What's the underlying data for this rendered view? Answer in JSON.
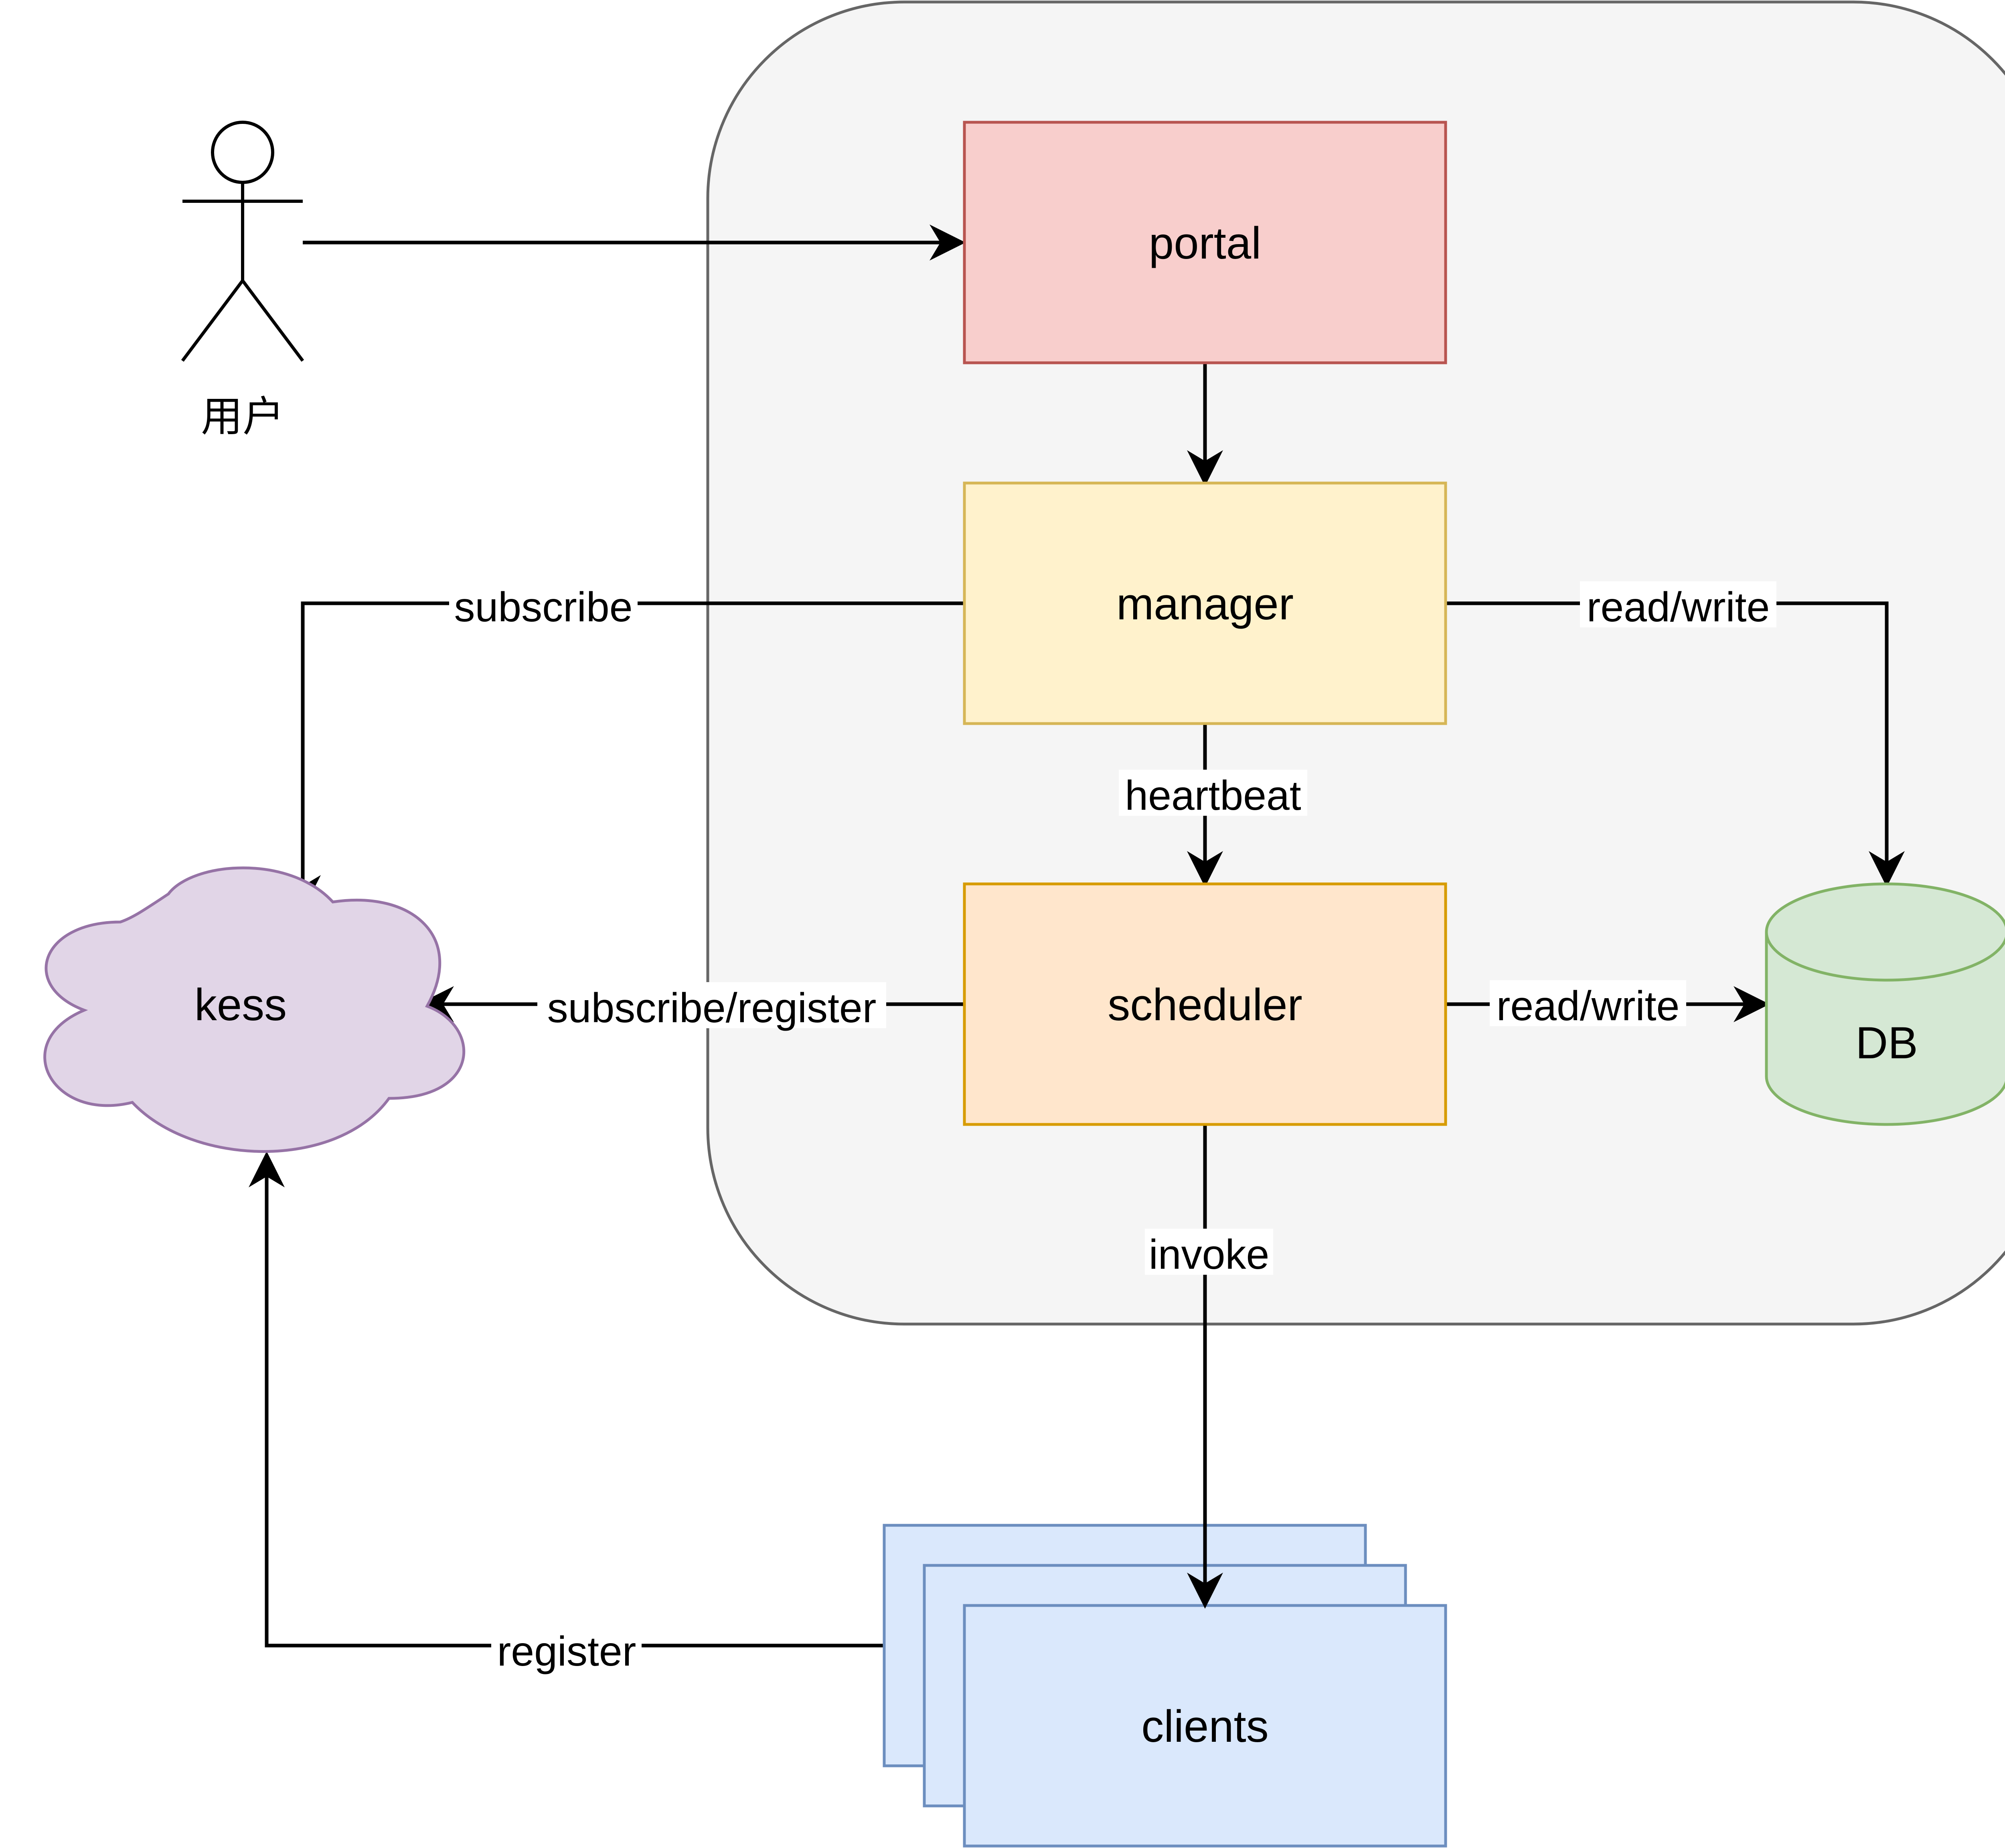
{
  "actor": {
    "label": "用户"
  },
  "nodes": {
    "portal": {
      "label": "portal",
      "fill": "#f8cecc",
      "stroke": "#b85450"
    },
    "manager": {
      "label": "manager",
      "fill": "#fff2cc",
      "stroke": "#d6b656"
    },
    "scheduler": {
      "label": "scheduler",
      "fill": "#ffe6cc",
      "stroke": "#d79b00"
    },
    "db": {
      "label": "DB",
      "fill": "#d5e8d4",
      "stroke": "#82b366"
    },
    "kess": {
      "label": "kess",
      "fill": "#e1d5e7",
      "stroke": "#9673a6"
    },
    "clients": {
      "label": "clients",
      "fill": "#dae8fc",
      "stroke": "#6c8ebf"
    }
  },
  "container": {
    "fill": "#f5f5f5",
    "stroke": "#666666"
  },
  "edges": {
    "manager_kess": "subscribe",
    "manager_db": "read/write",
    "manager_scheduler": "heartbeat",
    "scheduler_kess": "subscribe/register",
    "scheduler_db": "read/write",
    "scheduler_clients": "invoke",
    "clients_kess": "register"
  }
}
